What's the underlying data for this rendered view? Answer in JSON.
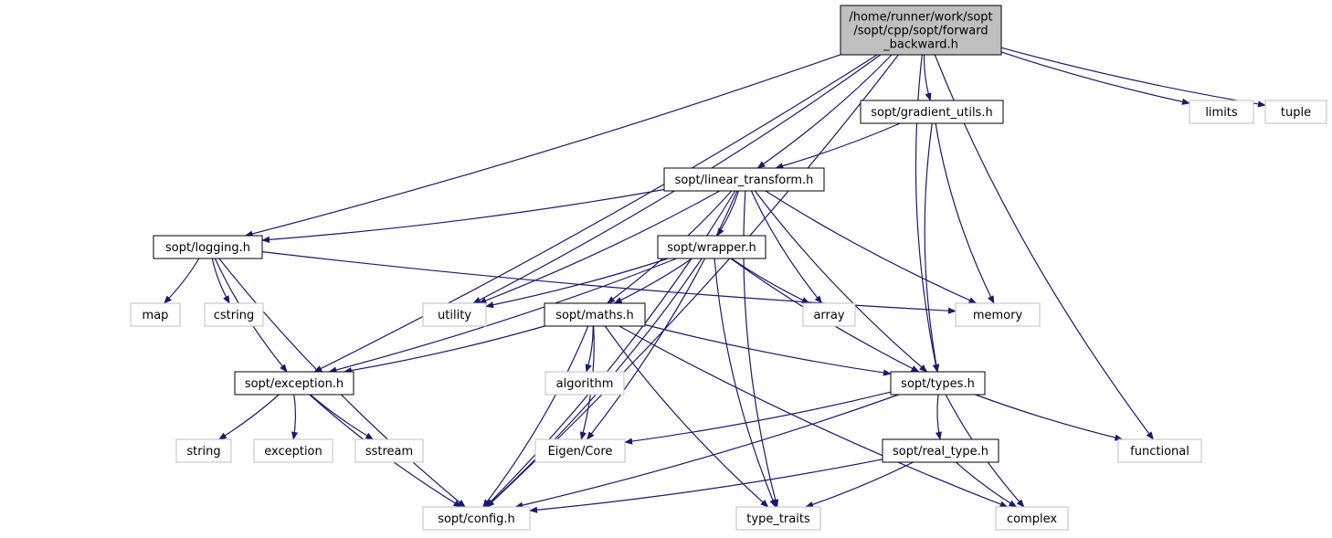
{
  "colors": {
    "edge": "#191970",
    "root_fill": "#bfbfbf",
    "documented_border": "#000000",
    "external_border": "#bfbfbf",
    "external_fill": "#ffffff"
  },
  "nodes": [
    {
      "id": "root",
      "kind": "root",
      "lines": [
        "/home/runner/work/sopt",
        "/sopt/cpp/sopt/forward",
        "_backward.h"
      ]
    },
    {
      "id": "gradient_utils",
      "kind": "documented",
      "lines": [
        "sopt/gradient_utils.h"
      ]
    },
    {
      "id": "limits",
      "kind": "external",
      "lines": [
        "limits"
      ]
    },
    {
      "id": "tuple",
      "kind": "external",
      "lines": [
        "tuple"
      ]
    },
    {
      "id": "linear_transform",
      "kind": "documented",
      "lines": [
        "sopt/linear_transform.h"
      ]
    },
    {
      "id": "logging",
      "kind": "documented",
      "lines": [
        "sopt/logging.h"
      ]
    },
    {
      "id": "wrapper",
      "kind": "documented",
      "lines": [
        "sopt/wrapper.h"
      ]
    },
    {
      "id": "map",
      "kind": "external",
      "lines": [
        "map"
      ]
    },
    {
      "id": "cstring",
      "kind": "external",
      "lines": [
        "cstring"
      ]
    },
    {
      "id": "utility",
      "kind": "external",
      "lines": [
        "utility"
      ]
    },
    {
      "id": "maths",
      "kind": "documented",
      "lines": [
        "sopt/maths.h"
      ]
    },
    {
      "id": "array",
      "kind": "external",
      "lines": [
        "array"
      ]
    },
    {
      "id": "memory",
      "kind": "external",
      "lines": [
        "memory"
      ]
    },
    {
      "id": "exception",
      "kind": "documented",
      "lines": [
        "sopt/exception.h"
      ]
    },
    {
      "id": "algorithm",
      "kind": "external",
      "lines": [
        "algorithm"
      ]
    },
    {
      "id": "types",
      "kind": "documented",
      "lines": [
        "sopt/types.h"
      ]
    },
    {
      "id": "string",
      "kind": "external",
      "lines": [
        "string"
      ]
    },
    {
      "id": "exception_std",
      "kind": "external",
      "lines": [
        "exception"
      ]
    },
    {
      "id": "sstream",
      "kind": "external",
      "lines": [
        "sstream"
      ]
    },
    {
      "id": "eigen_core",
      "kind": "external",
      "lines": [
        "Eigen/Core"
      ]
    },
    {
      "id": "real_type",
      "kind": "documented",
      "lines": [
        "sopt/real_type.h"
      ]
    },
    {
      "id": "functional",
      "kind": "external",
      "lines": [
        "functional"
      ]
    },
    {
      "id": "config",
      "kind": "external",
      "lines": [
        "sopt/config.h"
      ]
    },
    {
      "id": "type_traits",
      "kind": "external",
      "lines": [
        "type_traits"
      ]
    },
    {
      "id": "complex",
      "kind": "external",
      "lines": [
        "complex"
      ]
    }
  ],
  "edges": [
    [
      "root",
      "gradient_utils"
    ],
    [
      "root",
      "limits"
    ],
    [
      "root",
      "tuple"
    ],
    [
      "root",
      "linear_transform"
    ],
    [
      "root",
      "logging"
    ],
    [
      "root",
      "utility"
    ],
    [
      "root",
      "exception"
    ],
    [
      "root",
      "types"
    ],
    [
      "root",
      "functional"
    ],
    [
      "root",
      "config"
    ],
    [
      "gradient_utils",
      "linear_transform"
    ],
    [
      "gradient_utils",
      "memory"
    ],
    [
      "gradient_utils",
      "types"
    ],
    [
      "linear_transform",
      "logging"
    ],
    [
      "linear_transform",
      "wrapper"
    ],
    [
      "linear_transform",
      "utility"
    ],
    [
      "linear_transform",
      "maths"
    ],
    [
      "linear_transform",
      "array"
    ],
    [
      "linear_transform",
      "memory"
    ],
    [
      "linear_transform",
      "types"
    ],
    [
      "linear_transform",
      "eigen_core"
    ],
    [
      "linear_transform",
      "config"
    ],
    [
      "linear_transform",
      "type_traits"
    ],
    [
      "logging",
      "map"
    ],
    [
      "logging",
      "cstring"
    ],
    [
      "logging",
      "memory"
    ],
    [
      "logging",
      "exception"
    ],
    [
      "logging",
      "config"
    ],
    [
      "wrapper",
      "utility"
    ],
    [
      "wrapper",
      "maths"
    ],
    [
      "wrapper",
      "array"
    ],
    [
      "wrapper",
      "exception"
    ],
    [
      "wrapper",
      "types"
    ],
    [
      "wrapper",
      "config"
    ],
    [
      "wrapper",
      "type_traits"
    ],
    [
      "maths",
      "exception"
    ],
    [
      "maths",
      "algorithm"
    ],
    [
      "maths",
      "types"
    ],
    [
      "maths",
      "eigen_core"
    ],
    [
      "maths",
      "config"
    ],
    [
      "maths",
      "type_traits"
    ],
    [
      "maths",
      "complex"
    ],
    [
      "exception",
      "string"
    ],
    [
      "exception",
      "exception_std"
    ],
    [
      "exception",
      "sstream"
    ],
    [
      "exception",
      "config"
    ],
    [
      "types",
      "eigen_core"
    ],
    [
      "types",
      "real_type"
    ],
    [
      "types",
      "functional"
    ],
    [
      "types",
      "complex"
    ],
    [
      "types",
      "config"
    ],
    [
      "real_type",
      "config"
    ],
    [
      "real_type",
      "type_traits"
    ],
    [
      "real_type",
      "complex"
    ]
  ]
}
